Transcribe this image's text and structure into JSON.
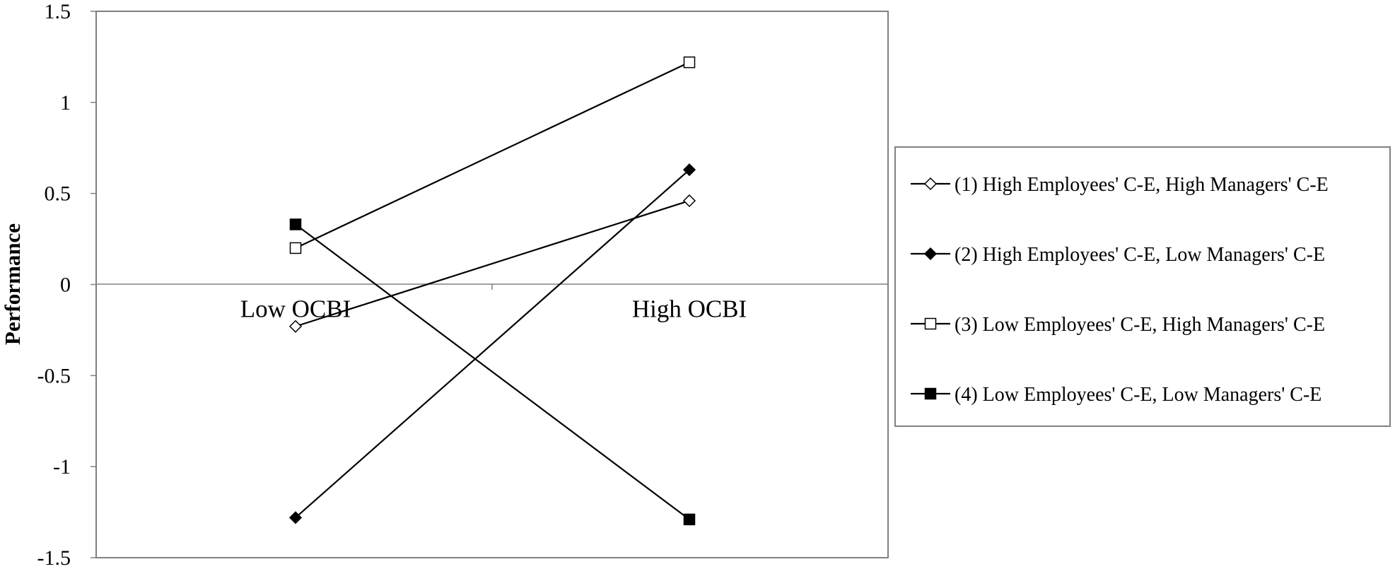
{
  "chart_data": {
    "type": "line",
    "title": "",
    "xlabel": "",
    "ylabel": "Performance",
    "categories": [
      "Low OCBI",
      "High OCBI"
    ],
    "yticks": [
      "1.5",
      "1",
      "0.5",
      "0",
      "-0.5",
      "-1",
      "-1.5"
    ],
    "ylim": [
      -1.5,
      1.5
    ],
    "grid": false,
    "legend_position": "right",
    "series": [
      {
        "name": "(1) High Employees' C-E, High Managers' C-E",
        "values": [
          -0.23,
          0.46
        ],
        "marker": "diamond",
        "filled": false
      },
      {
        "name": "(2) High Employees' C-E, Low Managers' C-E",
        "values": [
          -1.28,
          0.63
        ],
        "marker": "diamond",
        "filled": true
      },
      {
        "name": "(3) Low Employees' C-E, High Managers' C-E",
        "values": [
          0.2,
          1.22
        ],
        "marker": "square",
        "filled": false
      },
      {
        "name": "(4) Low Employees' C-E, Low Managers' C-E",
        "values": [
          0.33,
          -1.29
        ],
        "marker": "square",
        "filled": true
      }
    ],
    "colors": {
      "line": "#000000",
      "frame": "#808080",
      "axis": "#808080"
    }
  }
}
